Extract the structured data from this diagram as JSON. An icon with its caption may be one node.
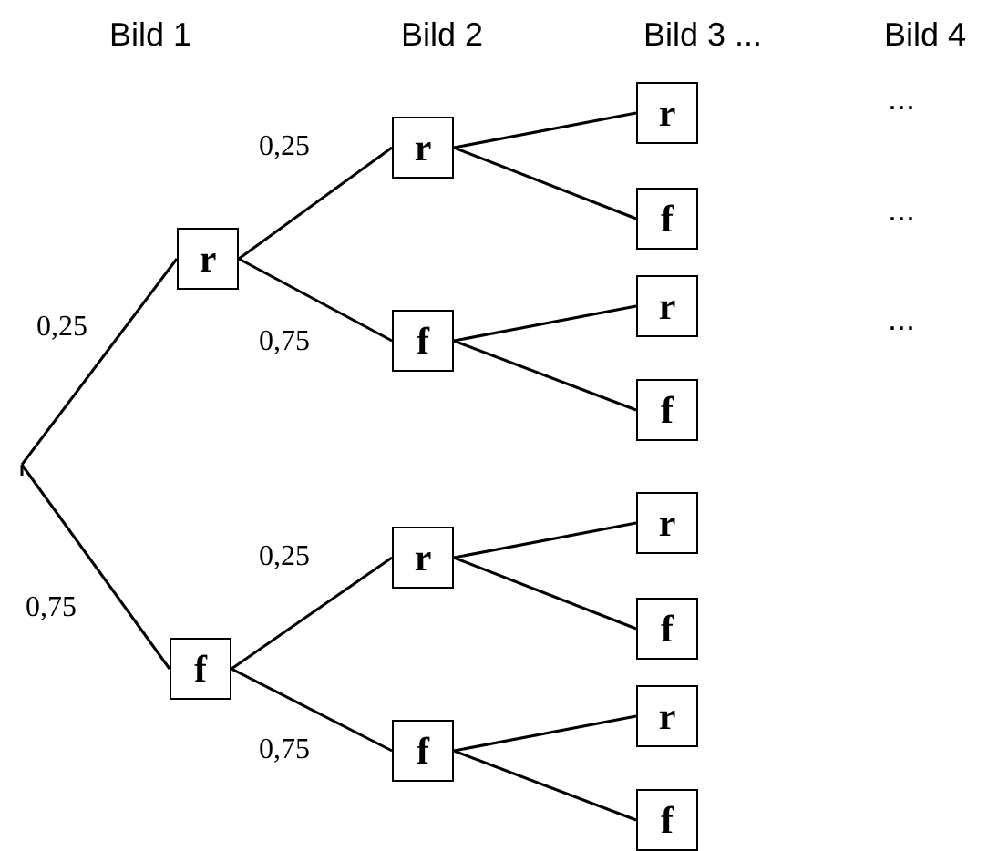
{
  "diagram": {
    "nodes": [
      {
        "text": [
          "r"
        ]
      },
      {
        "text": [
          "f"
        ]
      },
      {
        "text": [
          "r"
        ]
      },
      {
        "text": [
          "f"
        ]
      },
      {
        "text": [
          "r"
        ]
      },
      {
        "text": [
          "f"
        ]
      },
      {
        "text": [
          "r"
        ]
      },
      {
        "text": [
          "f"
        ]
      },
      {
        "text": [
          "r"
        ]
      },
      {
        "text": [
          "f"
        ]
      },
      {
        "text": [
          "r"
        ]
      },
      {
        "text": [
          "f"
        ]
      },
      {
        "text": [
          "r"
        ]
      },
      {
        "text": [
          "f"
        ]
      }
    ],
    "edges": [
      {
        "from": null,
        "to": 0,
        "arrow": "none",
        "label": "0,25"
      },
      {
        "from": null,
        "to": 1,
        "arrow": "none",
        "label": "0,75"
      },
      {
        "from": 0,
        "to": 2,
        "arrow": "none",
        "label": "0,25"
      },
      {
        "from": 0,
        "to": 3,
        "arrow": "none",
        "label": "0,75"
      },
      {
        "from": 1,
        "to": 4,
        "arrow": "none",
        "label": "0,25"
      },
      {
        "from": 1,
        "to": 5,
        "arrow": "none",
        "label": "0,75"
      },
      {
        "from": 2,
        "to": 6,
        "arrow": "none"
      },
      {
        "from": 2,
        "to": 7,
        "arrow": "none"
      },
      {
        "from": 3,
        "to": 8,
        "arrow": "none"
      },
      {
        "from": 3,
        "to": 9,
        "arrow": "none"
      },
      {
        "from": 4,
        "to": 10,
        "arrow": "none"
      },
      {
        "from": 4,
        "to": 11,
        "arrow": "none"
      },
      {
        "from": 5,
        "to": 12,
        "arrow": "none"
      },
      {
        "from": 5,
        "to": 13,
        "arrow": "none"
      }
    ],
    "labels": [
      "Bild 1",
      "Bild 2",
      "Bild 3 ...",
      "Bild 4",
      "...",
      "...",
      "..."
    ]
  }
}
